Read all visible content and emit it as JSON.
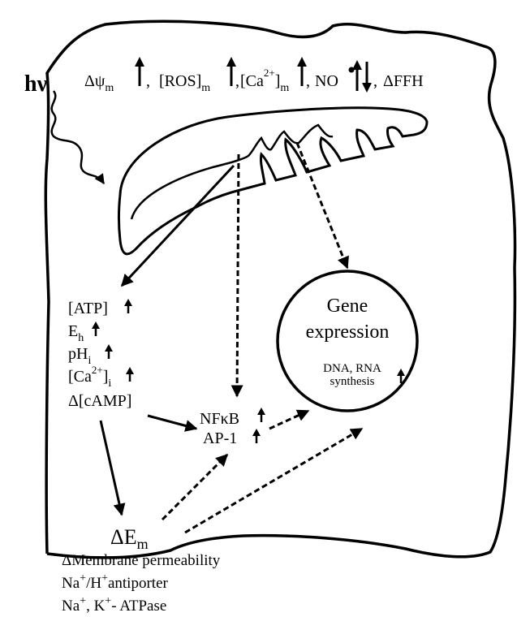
{
  "light_label": "hν",
  "mito_effects": {
    "psi_delta": "Δψ",
    "psi_sub": "m",
    "ros": "[ROS]",
    "ros_sub": "m",
    "ca_open": "[Ca",
    "ca_sup": "2+",
    "ca_close": "]",
    "ca_sub": "m",
    "no": "NO",
    "ffh": "ΔFFH",
    "comma": ","
  },
  "cytoplasm": {
    "atp": "[ATP]",
    "eh": "E",
    "eh_sub": "h",
    "ph": "pH",
    "ph_sub": "i",
    "ca_open": "[Ca",
    "ca_sup": "2+",
    "ca_close": "]",
    "ca_sub": "i",
    "camp": "Δ[cAMP]"
  },
  "transcription": {
    "nfkb": "NFκB",
    "ap1": "AP-1"
  },
  "gene": {
    "title_line1": "Gene",
    "title_line2": "expression",
    "dna_rna": "DNA, RNA",
    "synthesis": "synthesis"
  },
  "membrane": {
    "delta_em": "ΔE",
    "em_sub": "m",
    "permeability": "ΔMembrane permeability",
    "antiporter_na": "Na",
    "antiporter_h": "/H",
    "antiporter_rest": "antiporter",
    "atpase_na": "Na",
    "atpase_k": ", K",
    "atpase_rest": "- ATPase",
    "plus": "+"
  }
}
